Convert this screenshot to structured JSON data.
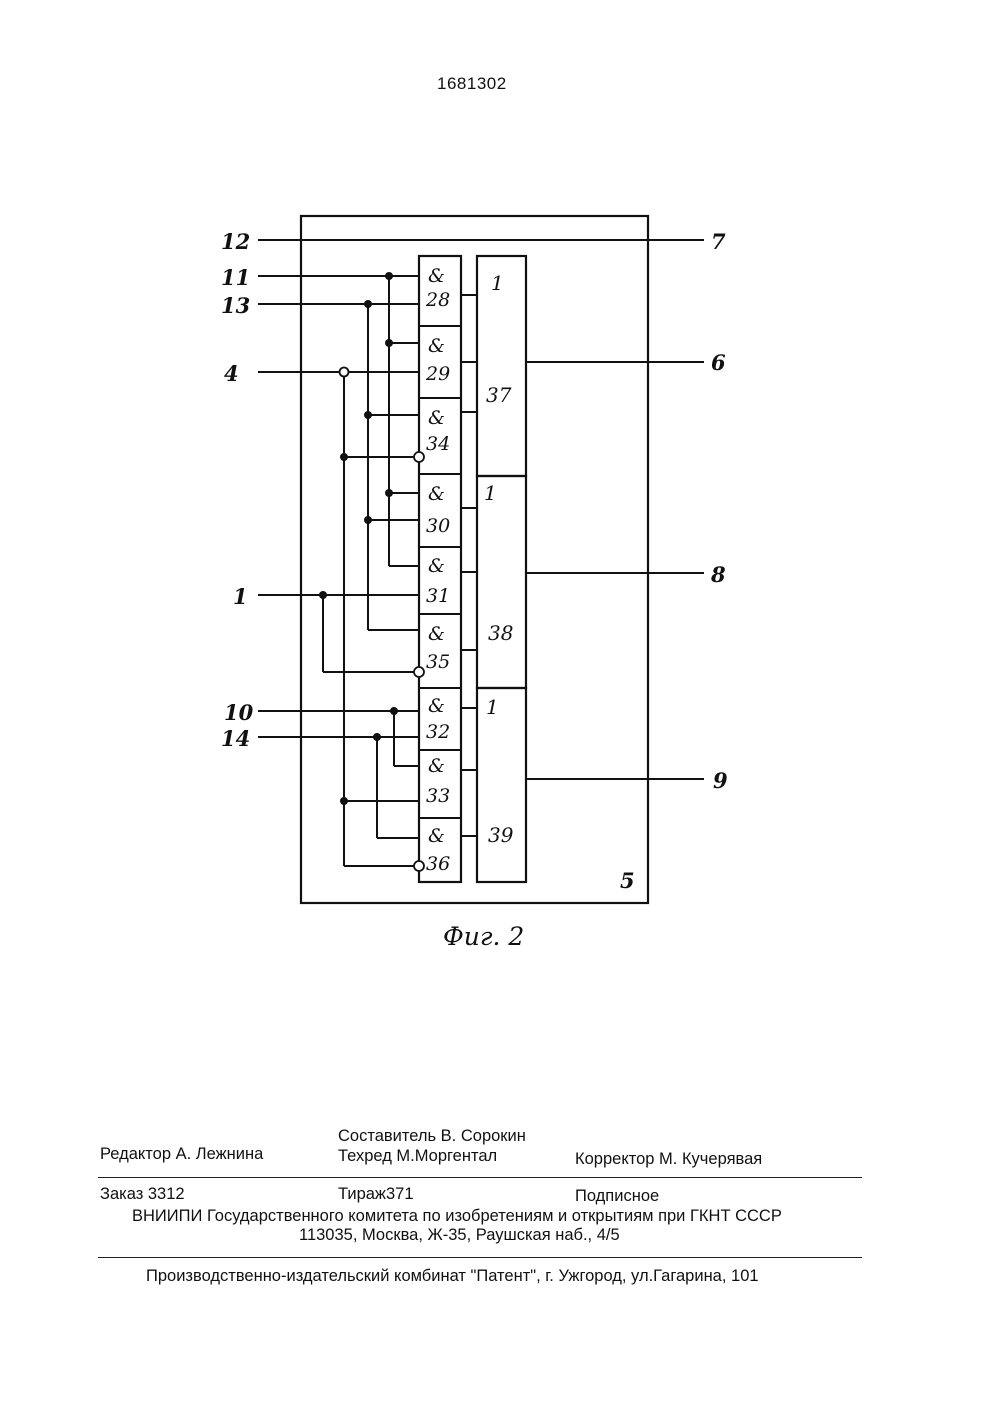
{
  "header": {
    "patent_number": "1681302"
  },
  "figure": {
    "caption": "Фиг. 2",
    "unit_label": "5",
    "inputs": [
      "12",
      "11",
      "13",
      "4",
      "1",
      "10",
      "14"
    ],
    "outputs": [
      "7",
      "6",
      "8",
      "9"
    ],
    "and_gates": [
      {
        "symbol": "&",
        "number": "28"
      },
      {
        "symbol": "&",
        "number": "29"
      },
      {
        "symbol": "&",
        "number": "34"
      },
      {
        "symbol": "&",
        "number": "30"
      },
      {
        "symbol": "&",
        "number": "31"
      },
      {
        "symbol": "&",
        "number": "35"
      },
      {
        "symbol": "&",
        "number": "32"
      },
      {
        "symbol": "&",
        "number": "33"
      },
      {
        "symbol": "&",
        "number": "36"
      }
    ],
    "or_gates": [
      {
        "symbol": "1",
        "number": "37"
      },
      {
        "symbol": "1",
        "number": "38"
      },
      {
        "symbol": "1",
        "number": "39"
      }
    ]
  },
  "footer": {
    "editor": "Редактор  А. Лежнина",
    "compiler": "Составитель  В. Сорокин",
    "techred": "Техред М.Моргентал",
    "corrector": "Корректор М. Кучерявая",
    "order": "Заказ  3312",
    "circulation": "Тираж371",
    "subscription": "Подписное",
    "institution": "ВНИИПИ Государственного комитета по изобретениям и открытиям при ГКНТ СССР",
    "address": "113035, Москва, Ж-35, Раушская наб., 4/5",
    "publisher": "Производственно-издательский комбинат \"Патент\", г. Ужгород, ул.Гагарина, 101"
  }
}
